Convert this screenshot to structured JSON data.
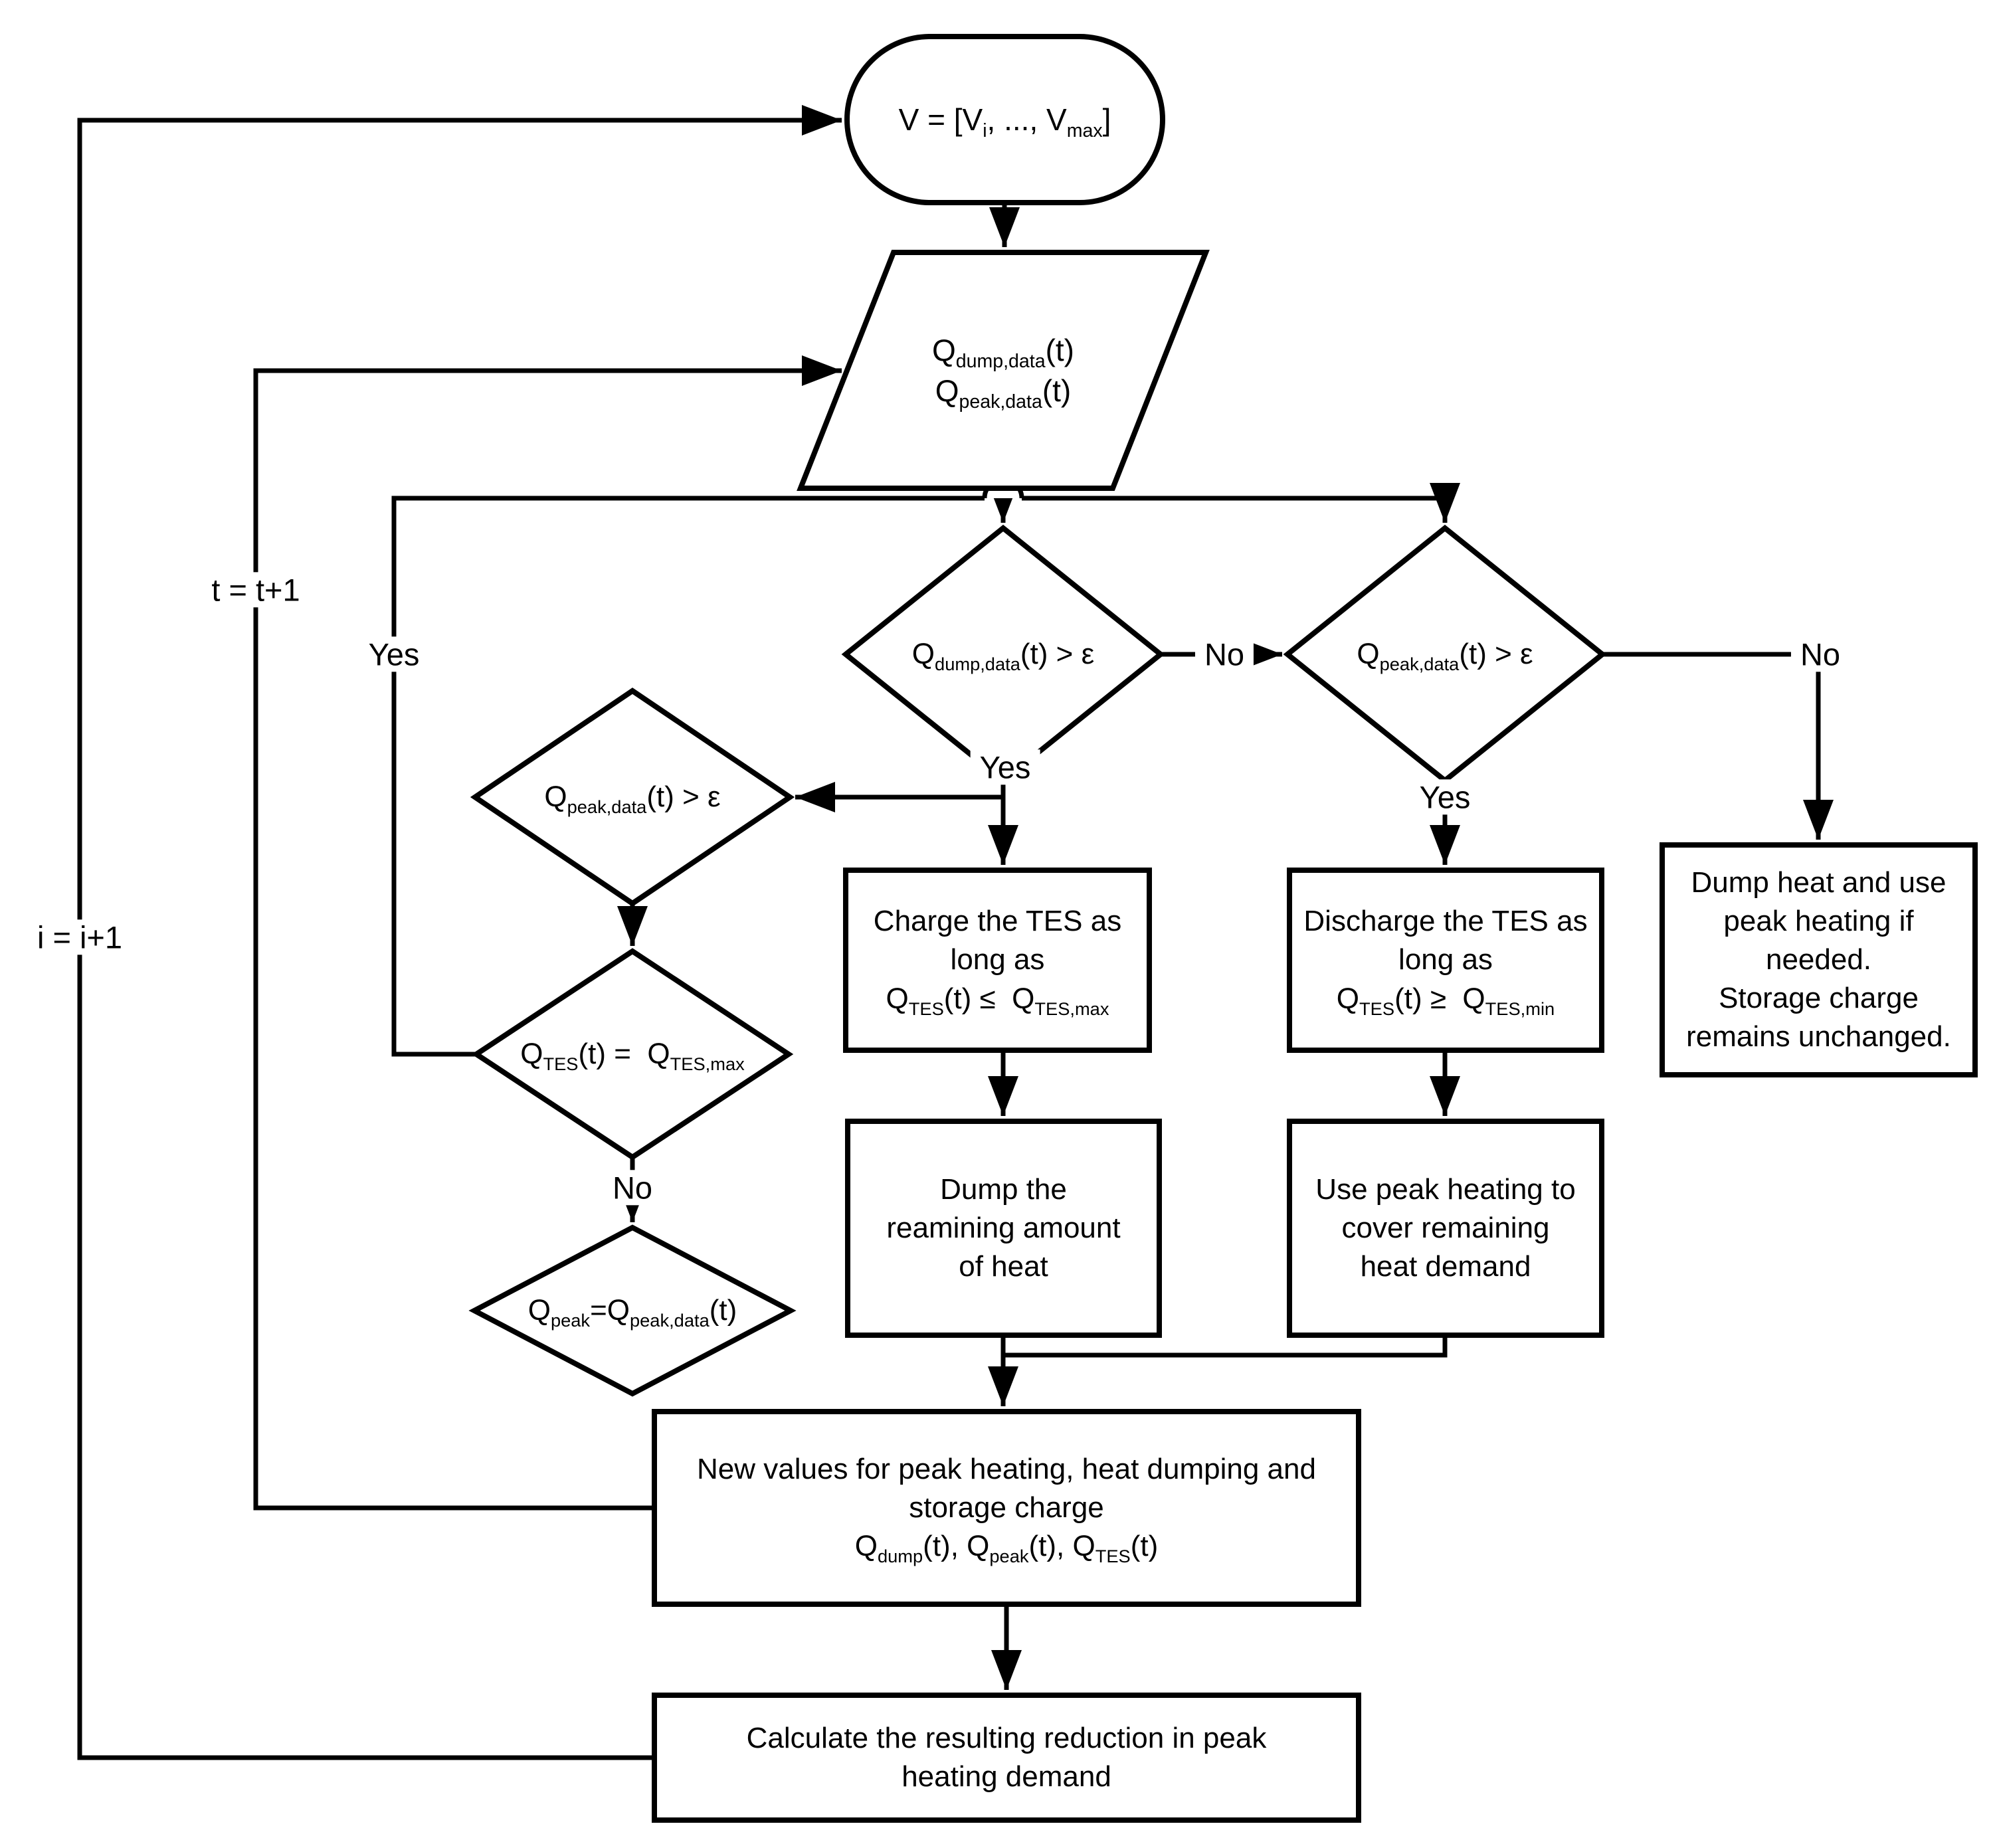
{
  "diagram": {
    "type": "flowchart",
    "colors": {
      "stroke": "#000000",
      "fill": "#ffffff",
      "text": "#000000"
    },
    "nodes": {
      "start": {
        "shape": "terminator",
        "text": "V = [V_{i}, ..., V_{max}]"
      },
      "input": {
        "shape": "parallelogram",
        "lines": [
          "Q_{dump,data}(t)",
          "Q_{peak,data}(t)"
        ]
      },
      "dump_check": {
        "shape": "decision",
        "text": "Q_{dump,data}(t) > ε"
      },
      "peak_check": {
        "shape": "decision",
        "text": "Q_{peak,data}(t) > ε"
      },
      "peak_check2": {
        "shape": "decision",
        "text": "Q_{peak,data}(t) > ε"
      },
      "tes_full": {
        "shape": "decision",
        "text": "Q_{TES}(t) =  Q_{TES,max}"
      },
      "peak_assign": {
        "shape": "decision",
        "text": "Q_{peak}=Q_{peak,data}(t)"
      },
      "charge": {
        "shape": "process",
        "lines": [
          "Charge the TES as",
          "long as",
          "Q_{TES}(t) ≤  Q_{TES,max}"
        ]
      },
      "discharge": {
        "shape": "process",
        "lines": [
          "Discharge the TES as",
          "long as",
          "Q_{TES}(t) ≥  Q_{TES,min}"
        ]
      },
      "dump_use_peak": {
        "shape": "process",
        "lines": [
          "Dump heat and use",
          "peak heating if",
          "needed.",
          "Storage charge",
          "remains unchanged."
        ]
      },
      "dump_remaining": {
        "shape": "process",
        "lines": [
          "Dump the",
          "reamining amount",
          "of heat"
        ]
      },
      "use_peak": {
        "shape": "process",
        "lines": [
          "Use peak heating to",
          "cover remaining",
          "heat demand"
        ]
      },
      "new_values": {
        "shape": "process",
        "lines": [
          "New values for peak heating, heat dumping and",
          "storage charge",
          "Q_{dump}(t), Q_{peak}(t), Q_{TES}(t)"
        ]
      },
      "calculate": {
        "shape": "process",
        "lines": [
          "Calculate the resulting reduction in peak",
          "heating demand"
        ]
      }
    },
    "labels": {
      "yes_charge": "Yes",
      "yes_discharge": "Yes",
      "yes_loop": "Yes",
      "no_dump": "No",
      "no_peak": "No",
      "no_tes": "No",
      "t_loop": "t = t+1",
      "i_loop": "i = i+1"
    }
  }
}
